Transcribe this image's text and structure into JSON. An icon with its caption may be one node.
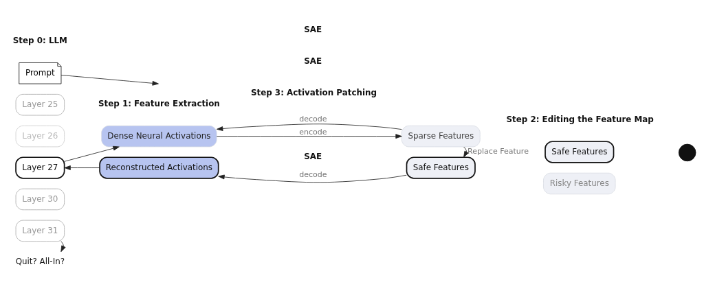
{
  "diagram": {
    "nodes": [
      {
        "text": [
          "Prompt"
        ]
      },
      {
        "text": [
          "Layer 25"
        ]
      },
      {
        "text": [
          "Layer 26"
        ]
      },
      {
        "text": [
          "Layer 27"
        ]
      },
      {
        "text": [
          "Layer 30"
        ]
      },
      {
        "text": [
          "Layer 31"
        ]
      },
      {
        "text": [
          "Quit? All-In?"
        ]
      },
      {
        "text": [
          "Dense Neural Activations"
        ]
      },
      {
        "text": [
          "Sparse Features"
        ]
      },
      {
        "text": [
          "Safe Features"
        ]
      },
      {
        "text": [
          "Reconstructed Activations"
        ]
      },
      {
        "text": [
          "Safe Features"
        ]
      },
      {
        "text": [
          "Risky Features"
        ]
      },
      {
        "text": [],
        "shape": "circle"
      }
    ],
    "edges": [
      {
        "from": 0,
        "to": null,
        "arrow": "to"
      },
      {
        "from": 5,
        "to": 6,
        "arrow": "to"
      },
      {
        "from": 3,
        "to": 7,
        "arrow": "to"
      },
      {
        "from": 7,
        "to": 8,
        "arrow": "to",
        "label": "encode"
      },
      {
        "from": 8,
        "to": 7,
        "arrow": "to",
        "label": "decode"
      },
      {
        "from": 8,
        "to": 9,
        "arrow": "to",
        "label": "Replace Feature"
      },
      {
        "from": 9,
        "to": 10,
        "arrow": "to",
        "label": "decode"
      },
      {
        "from": 10,
        "to": 3,
        "arrow": "to"
      }
    ],
    "labels": [
      "Step 0: LLM",
      "Step 1: Feature Extraction",
      "Step 2: Editing the Feature Map",
      "SAE",
      "SAE",
      "Step 3: Activation Patching",
      "SAE"
    ]
  }
}
